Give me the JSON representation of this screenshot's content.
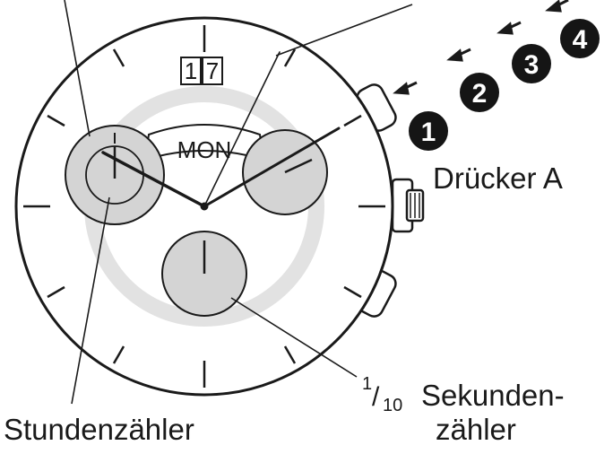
{
  "dial": {
    "date_digits": [
      "1",
      "7"
    ],
    "day_label": "MON"
  },
  "buttons": {
    "sequence": [
      "1",
      "2",
      "3",
      "4"
    ],
    "pusher_label": "Drücker A"
  },
  "labels": {
    "hour_counter": "Stundenzähler",
    "tenth_prefix_num": "1",
    "tenth_prefix_den": "10",
    "tenth_line1": "Sekunden-",
    "tenth_line2": "zähler"
  },
  "colors": {
    "ink": "#1a1a1a",
    "subdial_fill": "#d4d4d4",
    "ring": "#e2e2e2",
    "badge": "#151515"
  }
}
